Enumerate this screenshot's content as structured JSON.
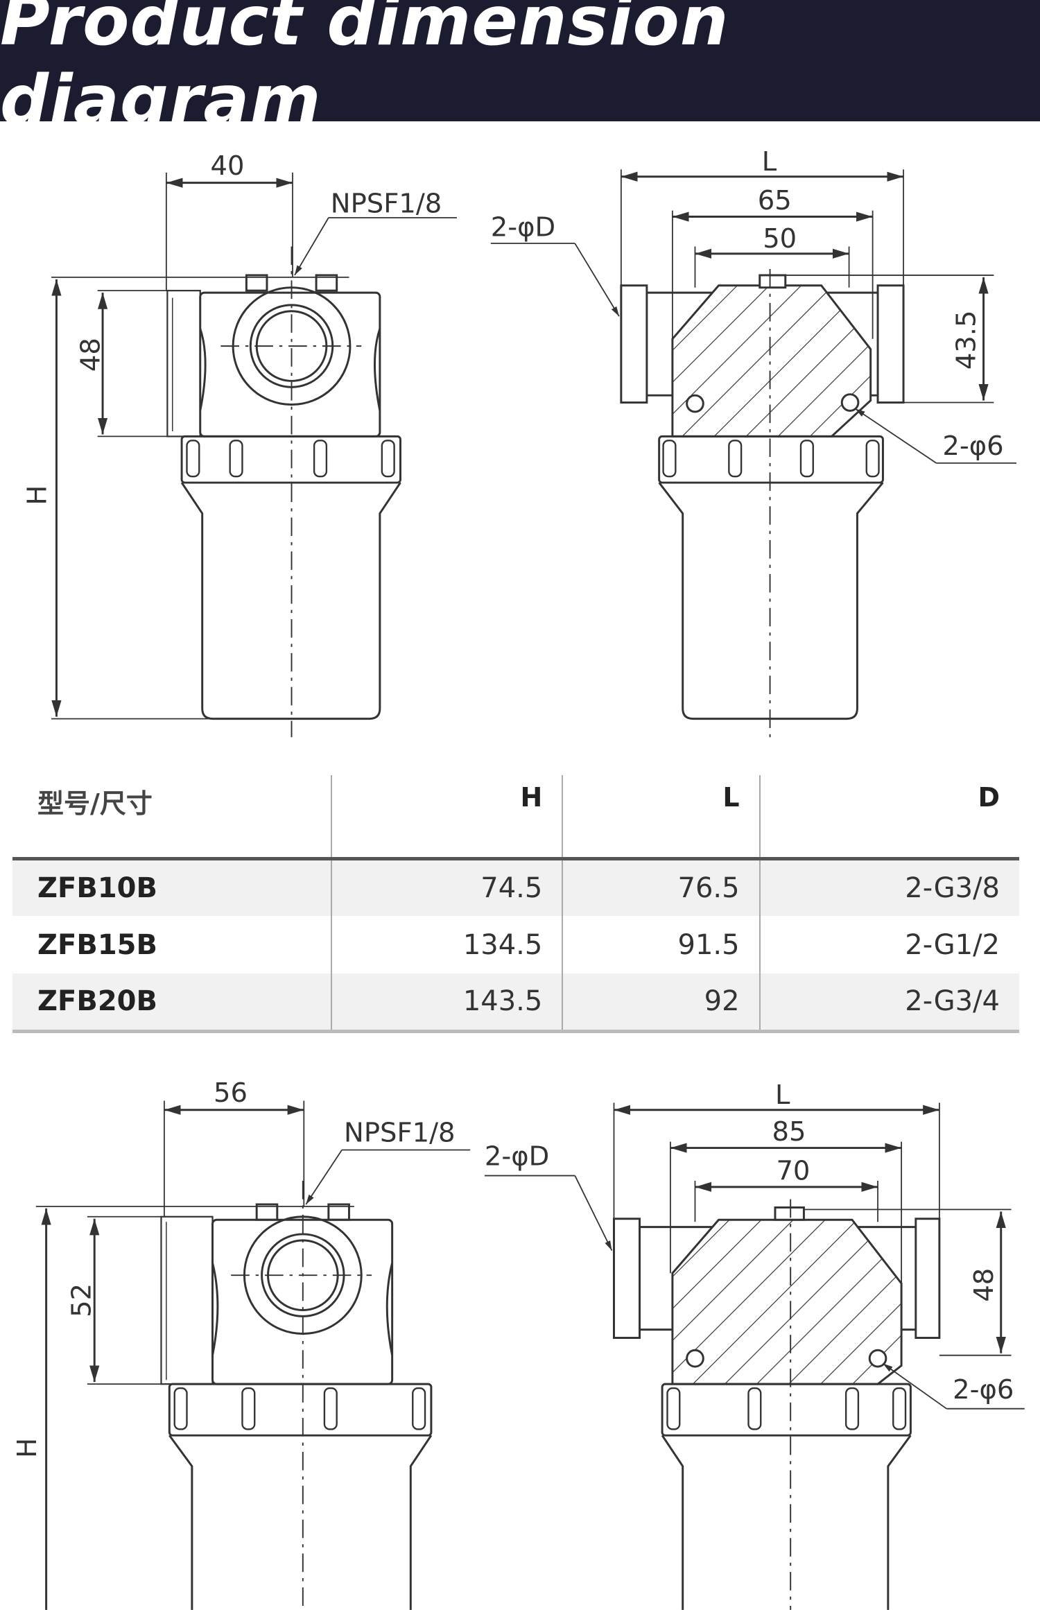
{
  "title": "Product dimension diagram",
  "top_views": {
    "dim_width": "40",
    "port_label": "NPSF1/8",
    "dim_head": "48",
    "dim_height": "H",
    "dim_L": "L",
    "dim_outer": "65",
    "dim_inner": "50",
    "port_d": "2-φD",
    "dim_port_h": "43.5",
    "holes": "2-φ6"
  },
  "bottom_views": {
    "dim_width": "56",
    "port_label": "NPSF1/8",
    "dim_head": "52",
    "dim_height": "H",
    "dim_L": "L",
    "dim_outer": "85",
    "dim_inner": "70",
    "port_d": "2-φD",
    "dim_port_h": "48",
    "holes": "2-φ6"
  },
  "table": {
    "headers": [
      "型号/尺寸",
      "H",
      "L",
      "D"
    ],
    "rows": [
      [
        "ZFB10B",
        "74.5",
        "76.5",
        "2-G3/8"
      ],
      [
        "ZFB15B",
        "134.5",
        "91.5",
        "2-G1/2"
      ],
      [
        "ZFB20B",
        "143.5",
        "92",
        "2-G3/4"
      ]
    ]
  }
}
